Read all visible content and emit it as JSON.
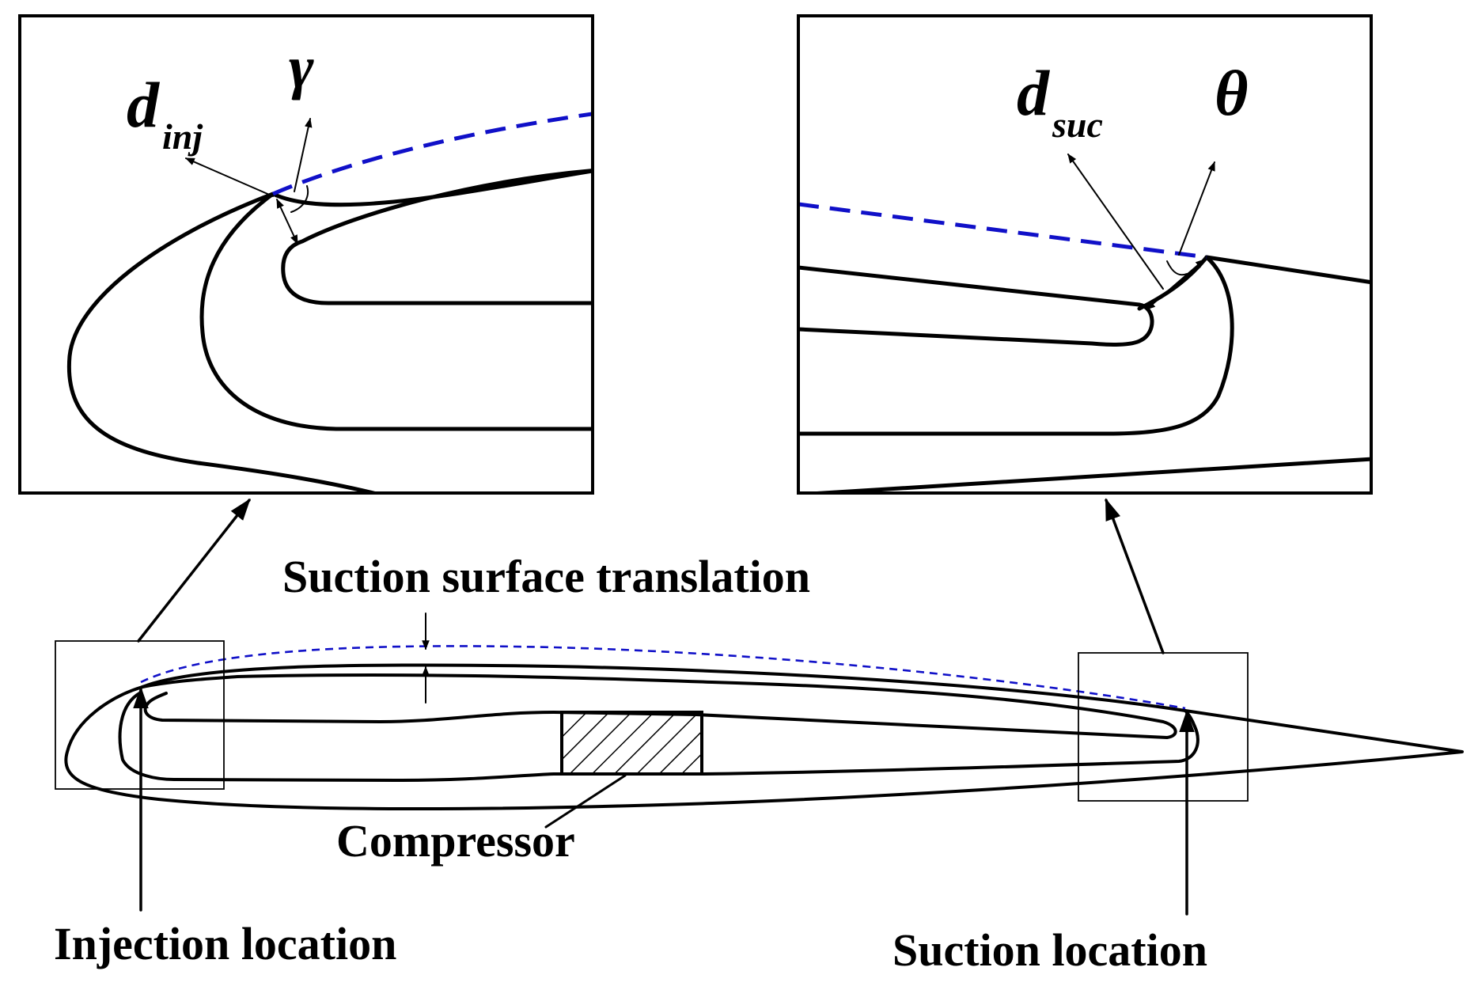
{
  "labels": {
    "suction_surface_translation": "Suction surface translation",
    "compressor": "Compressor",
    "injection_location": "Injection location",
    "suction_location": "Suction location"
  },
  "symbols": {
    "d": "d",
    "inj": "inj",
    "gamma": "γ",
    "suc": "suc",
    "theta": "θ"
  },
  "colors": {
    "outline": "#000000",
    "translated_surface": "#1010c8",
    "background": "#ffffff"
  }
}
